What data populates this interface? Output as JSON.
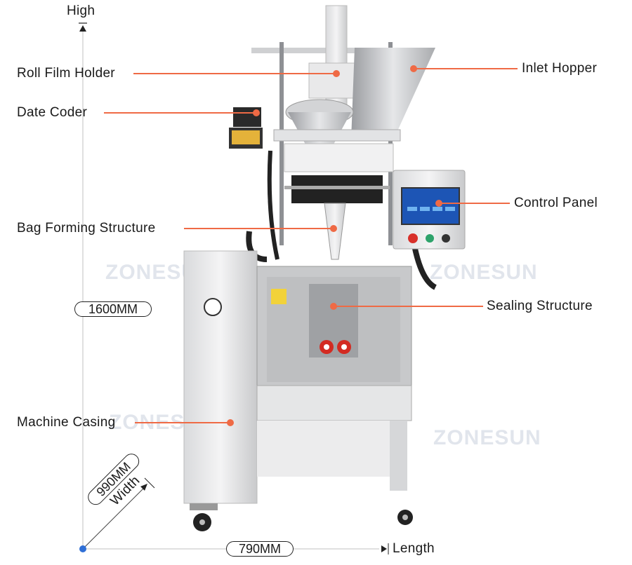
{
  "colors": {
    "accent": "#ef6a45",
    "axis": "#d6d6d6",
    "origin_dot": "#2f6fd6"
  },
  "dimensions": {
    "height_axis_label": "High",
    "height_value": "1600MM",
    "length_axis_label": "Length",
    "length_value": "790MM",
    "width_axis_label": "Width",
    "width_value": "990MM"
  },
  "callouts": {
    "roll_film_holder": "Roll Film Holder",
    "date_coder": "Date Coder",
    "bag_forming_structure": "Bag Forming Structure",
    "machine_casing": "Machine Casing",
    "inlet_hopper": "Inlet Hopper",
    "control_panel": "Control Panel",
    "sealing_structure": "Sealing Structure"
  },
  "watermark": "ZONESUN"
}
